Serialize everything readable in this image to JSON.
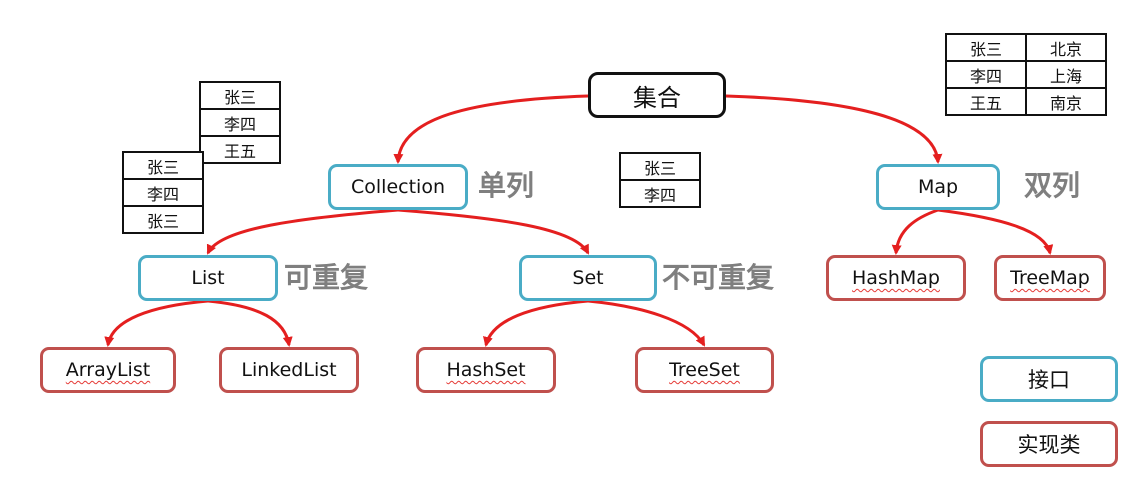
{
  "nodes": {
    "root": "集合",
    "collection": "Collection",
    "map": "Map",
    "list": "List",
    "set": "Set",
    "hashmap": "HashMap",
    "treemap": "TreeMap",
    "arraylist": "ArrayList",
    "linkedlist": "LinkedList",
    "hashset": "HashSet",
    "treeset": "TreeSet"
  },
  "notes": {
    "single_column": "单列",
    "double_column": "双列",
    "repeatable": "可重复",
    "non_repeatable": "不可重复"
  },
  "legend": {
    "interface": "接口",
    "implementation": "实现类"
  },
  "tables": {
    "list_a": [
      "张三",
      "李四",
      "王五"
    ],
    "list_b": [
      "张三",
      "李四",
      "张三"
    ],
    "set": [
      "张三",
      "李四"
    ],
    "map": [
      [
        "张三",
        "北京"
      ],
      [
        "李四",
        "上海"
      ],
      [
        "王五",
        "南京"
      ]
    ]
  },
  "colors": {
    "interface_border": "#4aacc6",
    "implementation_border": "#c0504d",
    "arrow": "#e41f1f",
    "root_border": "#111111"
  }
}
